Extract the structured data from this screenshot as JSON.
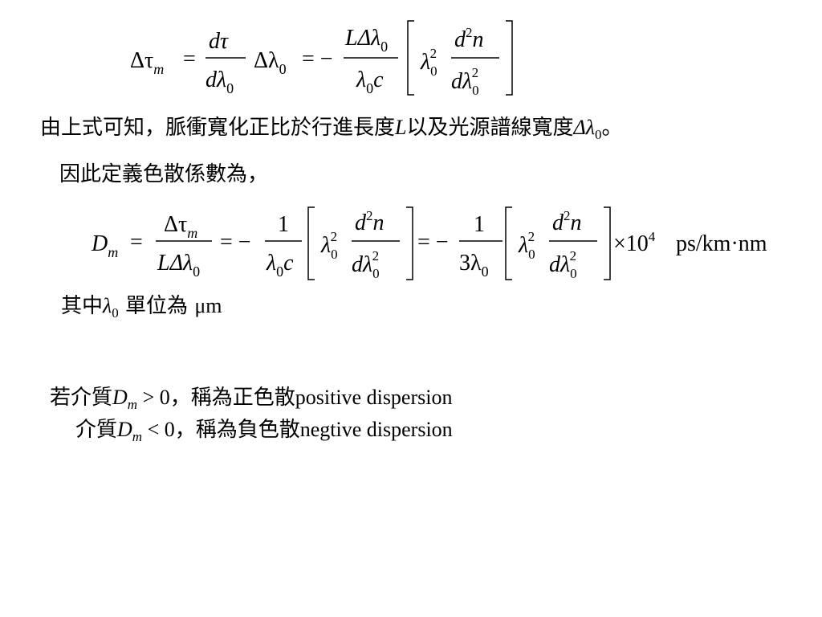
{
  "equation1": {
    "lhs_symbol": "Δτ",
    "lhs_sub": "m",
    "eq": "=",
    "frac1_num": "dτ",
    "frac1_den": "dλ",
    "den_sub": "0",
    "mid": "Δλ",
    "mid_sub": "0",
    "neg": "= −",
    "frac2_num": "LΔλ",
    "frac2_num_sub": "0",
    "frac2_den": "λ",
    "frac2_den_sub": "0",
    "frac2_den_tail": "c",
    "bracket_lambda": "λ",
    "bracket_lambda_sub": "0",
    "bracket_lambda_sup": "2",
    "frac3_num": "d",
    "frac3_num_sup": "2",
    "frac3_num_tail": "n",
    "frac3_den": "dλ",
    "frac3_den_sub": "0",
    "frac3_den_sup": "2"
  },
  "text1": {
    "part1": "由上式可知，脈衝寬化正比於行進長度",
    "L": "L",
    "part2": "以及光源譜線寬度",
    "delta_lambda": "Δλ",
    "sub": "0",
    "end": "。"
  },
  "text2": {
    "label": "因此定義色散係數為，"
  },
  "equation2": {
    "lhs": "D",
    "lhs_sub": "m",
    "eq": "=",
    "frac1_num": "Δτ",
    "frac1_num_sub": "m",
    "frac1_den": "LΔλ",
    "frac1_den_sub": "0",
    "neg1": "= −",
    "frac2_num": "1",
    "frac2_den": "λ",
    "frac2_den_sub": "0",
    "frac2_den_tail": "c",
    "neg2": "= −",
    "frac3_num": "1",
    "frac3_den": "3λ",
    "frac3_den_sub": "0",
    "lambda": "λ",
    "lambda_sub": "0",
    "lambda_sup": "2",
    "d2n_num": "d",
    "d2n_sup": "2",
    "d2n_tail": "n",
    "d2n_den": "dλ",
    "d2n_den_sub": "0",
    "d2n_den_sup": "2",
    "times": "×10",
    "exp": "4",
    "units": "ps/km·nm"
  },
  "text3": {
    "part1": "其中",
    "lambda": "λ",
    "sub": "0",
    "part2": " 單位為 ",
    "unit": "μm"
  },
  "text4": {
    "prefix": "若介質",
    "D": "D",
    "sub": "m",
    "cond": " > 0",
    "middle": "，稱為正色散",
    "english": "positive dispersion"
  },
  "text5": {
    "prefix": "介質",
    "D": "D",
    "sub": "m",
    "cond": " < 0",
    "middle": "，稱為負色散",
    "english": "negtive dispersion"
  }
}
